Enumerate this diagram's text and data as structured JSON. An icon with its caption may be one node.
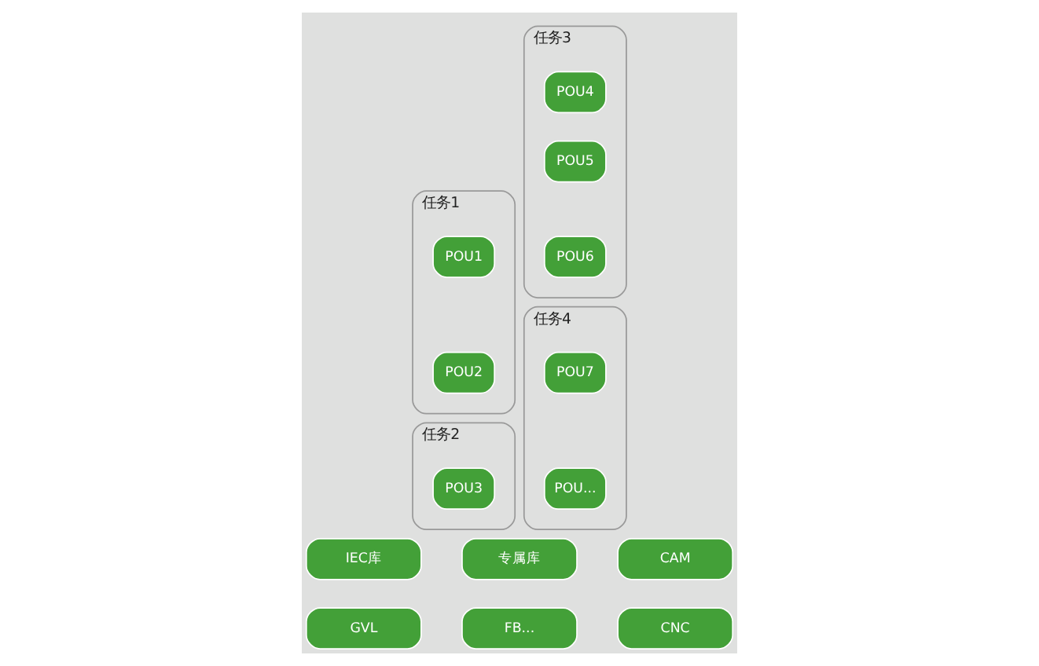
{
  "diagram": {
    "nodes": [
      {
        "text": [
          "任务1"
        ]
      },
      {
        "text": [
          "POU1"
        ],
        "in": 0
      },
      {
        "text": [
          "POU2"
        ],
        "in": 0
      },
      {
        "text": [
          "任务3"
        ]
      },
      {
        "text": [
          "POU4"
        ],
        "in": 3
      },
      {
        "text": [
          "POU5"
        ],
        "in": 3
      },
      {
        "text": [
          "POU6"
        ],
        "in": 3
      },
      {
        "text": [
          "任务2"
        ]
      },
      {
        "text": [
          "POU3"
        ],
        "in": 7
      },
      {
        "text": [
          "任务4"
        ]
      },
      {
        "text": [
          "POU7"
        ],
        "in": 9
      },
      {
        "text": [
          "POU..."
        ],
        "in": 9
      },
      {
        "text": [
          "IEC库"
        ]
      },
      {
        "text": [
          "专属库"
        ]
      },
      {
        "text": [
          "CAM"
        ]
      },
      {
        "text": [
          "GVL"
        ]
      },
      {
        "text": [
          "FB..."
        ]
      },
      {
        "text": [
          "CNC"
        ]
      }
    ],
    "edges": []
  }
}
